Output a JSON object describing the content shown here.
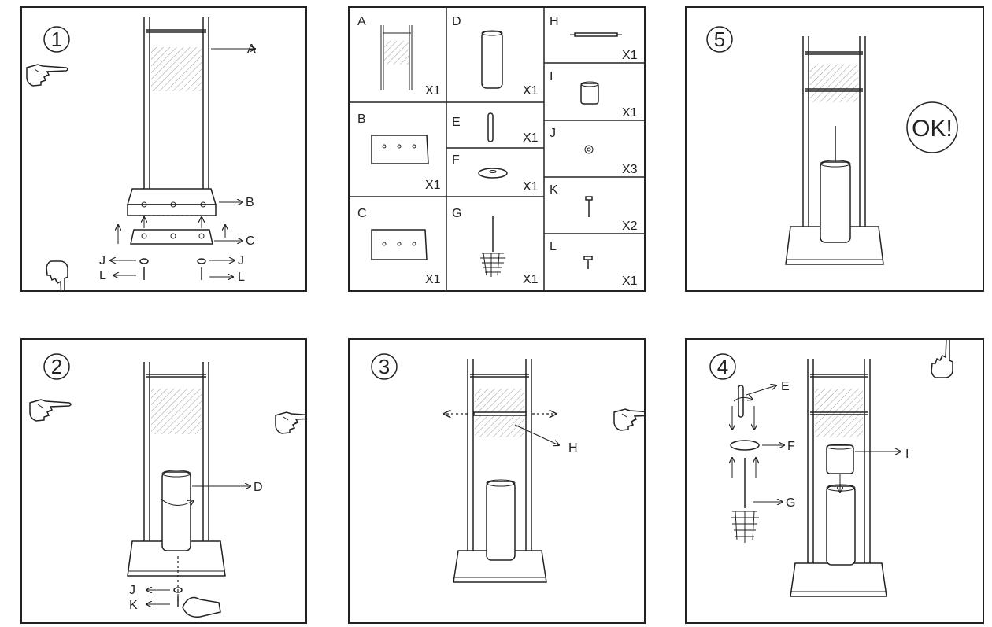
{
  "steps": {
    "s1": {
      "number": "1",
      "labels": {
        "A": "A",
        "B": "B",
        "C": "C",
        "J1": "J",
        "J2": "J",
        "L1": "L",
        "L2": "L"
      }
    },
    "s2": {
      "number": "2",
      "labels": {
        "D": "D",
        "J": "J",
        "K": "K"
      }
    },
    "s3": {
      "number": "3",
      "labels": {
        "H": "H"
      }
    },
    "s4": {
      "number": "4",
      "labels": {
        "E": "E",
        "F": "F",
        "G": "G",
        "I": "I"
      }
    },
    "s5": {
      "number": "5",
      "ok": "OK!"
    }
  },
  "parts": [
    {
      "letter": "A",
      "qty": "X1"
    },
    {
      "letter": "B",
      "qty": "X1"
    },
    {
      "letter": "C",
      "qty": "X1"
    },
    {
      "letter": "D",
      "qty": "X1"
    },
    {
      "letter": "E",
      "qty": "X1"
    },
    {
      "letter": "F",
      "qty": "X1"
    },
    {
      "letter": "G",
      "qty": "X1"
    },
    {
      "letter": "H",
      "qty": "X1"
    },
    {
      "letter": "I",
      "qty": "X1"
    },
    {
      "letter": "J",
      "qty": "X3"
    },
    {
      "letter": "K",
      "qty": "X2"
    },
    {
      "letter": "L",
      "qty": "X1"
    }
  ]
}
